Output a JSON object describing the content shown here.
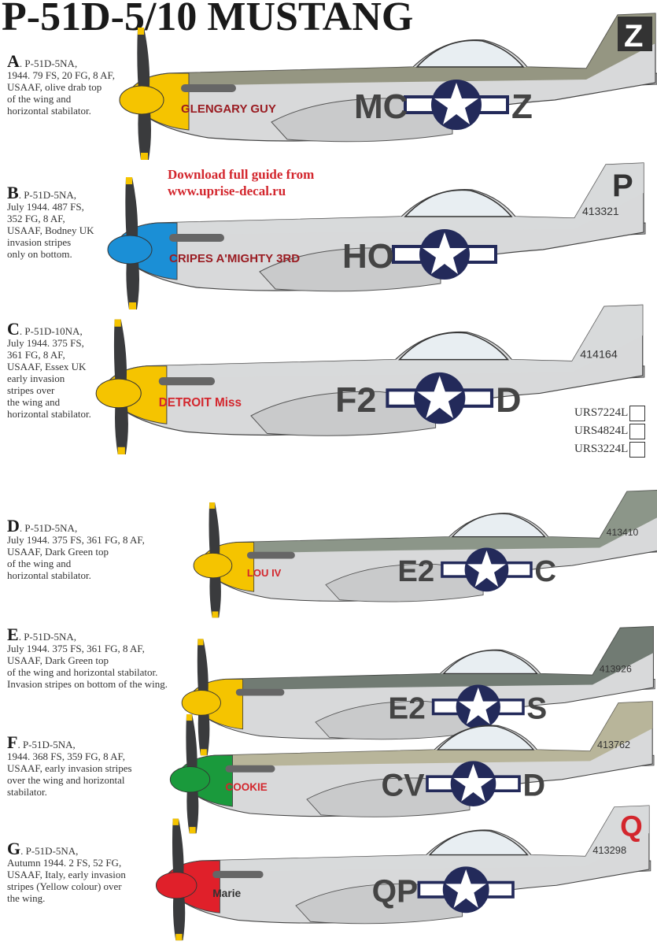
{
  "title": "P-51D-5/10 MUSTANG",
  "promo": {
    "line1": "Download full guide from",
    "line2": "www.uprise-decal.ru"
  },
  "variants": [
    {
      "letter": "A",
      "text": ". P-51D-5NA,",
      "lines": [
        "1944. 79 FS, 20 FG, 8 AF,",
        "USAAF, olive drab top",
        "of the wing and",
        "horizontal stabilator."
      ],
      "nose": "#f5c400",
      "top": "#8a8a72",
      "codes": "MC",
      "aircraft_letter": "Z",
      "tail_text": "Z",
      "serial": "",
      "nose_art": "GLENGARY GUY",
      "nose_art_color": "#9a1c22"
    },
    {
      "letter": "B",
      "text": ". P-51D-5NA,",
      "lines": [
        "July 1944. 487 FS,",
        "352 FG, 8 AF,",
        "USAAF, Bodney UK",
        "invasion stripes",
        "only on bottom."
      ],
      "nose": "#1b8fd6",
      "top": "#d8d9da",
      "codes": "HO",
      "aircraft_letter": "",
      "tail_text": "P",
      "serial": "413321",
      "nose_art": "CRIPES A'MIGHTY 3RD",
      "nose_art_color": "#9a1c22"
    },
    {
      "letter": "C",
      "text": ". P-51D-10NA,",
      "lines": [
        "July 1944. 375 FS,",
        "361 FG, 8 AF,",
        "USAAF, Essex UK",
        "early invasion",
        "stripes over",
        "the wing and",
        "horizontal stabilator."
      ],
      "nose": "#f5c400",
      "top": "#d8d9da",
      "codes": "F2",
      "aircraft_letter": "D",
      "tail_text": "",
      "serial": "414164",
      "nose_art": "DETROIT Miss",
      "nose_art_color": "#d3262d"
    },
    {
      "letter": "D",
      "text": ". P-51D-5NA,",
      "lines": [
        "July 1944. 375 FS, 361 FG, 8 AF,",
        "USAAF, Dark Green top",
        "of the wing and",
        "horizontal stabilator."
      ],
      "nose": "#f5c400",
      "top": "#7f8a7a",
      "codes": "E2",
      "aircraft_letter": "C",
      "tail_text": "",
      "serial": "413410",
      "nose_art": "LOU IV",
      "nose_art_color": "#d3262d"
    },
    {
      "letter": "E",
      "text": ". P-51D-5NA,",
      "lines": [
        "July 1944. 375 FS, 361 FG, 8 AF,",
        "USAAF, Dark Green top",
        "of the wing and horizontal stabilator.",
        "Invasion stripes on bottom of the wing."
      ],
      "nose": "#f5c400",
      "top": "#5f6a60",
      "codes": "E2",
      "aircraft_letter": "S",
      "tail_text": "",
      "serial": "413926",
      "nose_art": "",
      "nose_art_color": "#d3262d"
    },
    {
      "letter": "F",
      "text": ". P-51D-5NA,",
      "lines": [
        "1944. 368 FS, 359 FG, 8 AF,",
        "USAAF, early invasion stripes",
        "over the wing and horizontal",
        "stabilator."
      ],
      "nose": "#1a9a3c",
      "top": "#b3ae8e",
      "codes": "CV",
      "aircraft_letter": "D",
      "tail_text": "",
      "serial": "413762",
      "nose_art": "COOKIE",
      "nose_art_color": "#d3262d"
    },
    {
      "letter": "G",
      "text": ". P-51D-5NA,",
      "lines": [
        "Autumn 1944. 2 FS, 52 FG,",
        "USAAF, Italy, early invasion",
        "stripes (Yellow colour) over",
        "the wing."
      ],
      "nose": "#e0202a",
      "top": "#d8d9da",
      "codes": "QP",
      "aircraft_letter": "",
      "tail_text": "Q",
      "serial": "413298",
      "nose_art": "Marie",
      "nose_art_color": "#333333"
    }
  ],
  "scales": [
    "URS7224L",
    "URS4824L",
    "URS3224L"
  ],
  "colors": {
    "roundel_blue": "#232a5a",
    "aluminium": "#d8d9da",
    "propeller": "#3a3b3d",
    "promo_red": "#d3262d"
  }
}
